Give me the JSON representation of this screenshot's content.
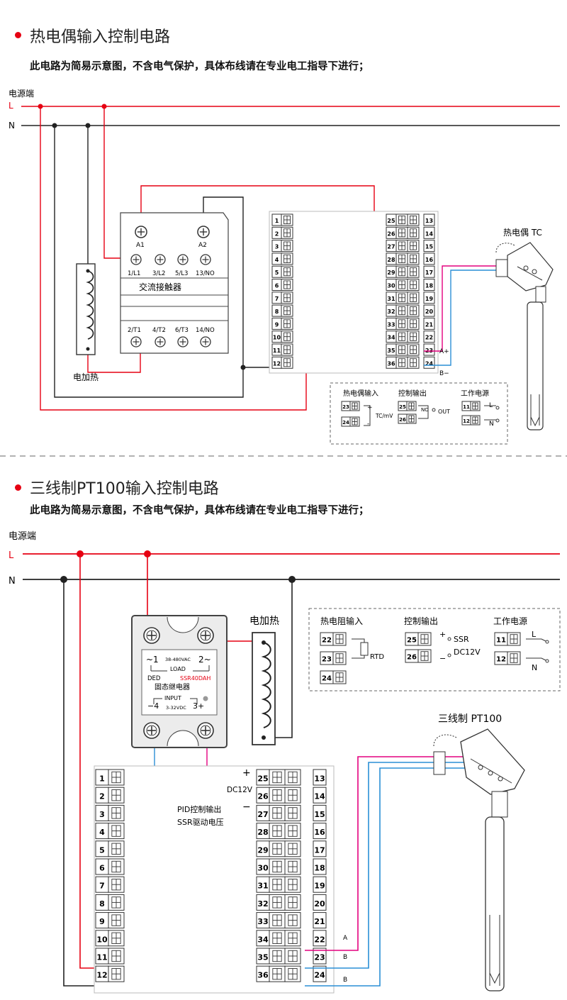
{
  "section1": {
    "title": "热电偶输入控制电路",
    "note": "此电路为简易示意图，不含电气保护，具体布线请在专业电工指导下进行；",
    "power_label": "电源端",
    "line_L": "L",
    "line_N": "N",
    "contactor": {
      "name": "交流接触器",
      "coil": [
        "A1",
        "A2"
      ],
      "top_terms": [
        "1/L1",
        "3/L2",
        "5/L3",
        "13/NO"
      ],
      "bottom_terms": [
        "2/T1",
        "4/T2",
        "6/T3",
        "14/NO"
      ]
    },
    "heater_label": "电加热",
    "sensor_label": "热电偶 TC",
    "A_plus": "A+",
    "B_minus": "B−",
    "legend": {
      "tc_title": "热电偶输入",
      "tc_note": "TC/mV",
      "ctrl_title": "控制输出",
      "ctrl_no": "NO",
      "ctrl_out": "OUT",
      "pwr_title": "工作电源",
      "pwr_L": "L",
      "pwr_N": "N"
    }
  },
  "section2": {
    "title": "三线制PT100输入控制电路",
    "note": "此电路为简易示意图，不含电气保护，具体布线请在专业电工指导下进行；",
    "power_label": "电源端",
    "line_L": "L",
    "line_N": "N",
    "heater_label": "电加热",
    "ssr": {
      "t1": "~1",
      "t2": "2~",
      "voltage": "38-480VAC",
      "load": "LOAD",
      "ded": "DED",
      "model": "SSR40DAH",
      "name": "固态继电器",
      "input": "INPUT",
      "t4": "−4",
      "t3": "3+",
      "dc": "3-32VDC"
    },
    "plus": "+",
    "minus": "−",
    "dc12v": "DC12V",
    "pid_line1": "PID控制输出",
    "pid_line2": "SSR驱动电压",
    "sensor_label": "三线制 PT100",
    "wire_a": "A",
    "wire_b1": "B",
    "wire_b2": "B",
    "legend": {
      "rtd_title": "热电阻输入",
      "rtd": "RTD",
      "ctrl_title": "控制输出",
      "ssr": "SSR",
      "dc12v": "DC12V",
      "pwr_title": "工作电源",
      "pwr_L": "L",
      "pwr_N": "N"
    }
  },
  "terminals": {
    "left": [
      "1",
      "2",
      "3",
      "4",
      "5",
      "6",
      "7",
      "8",
      "9",
      "10",
      "11",
      "12"
    ],
    "mid": [
      "25",
      "26",
      "27",
      "28",
      "29",
      "30",
      "31",
      "32",
      "33",
      "34",
      "35",
      "36"
    ],
    "right": [
      "13",
      "14",
      "15",
      "16",
      "17",
      "18",
      "19",
      "20",
      "21",
      "22",
      "23",
      "24"
    ]
  },
  "colors": {
    "live": "#e60012",
    "neutral": "#222222",
    "magenta": "#e4007f",
    "blue": "#2a8fd6",
    "module_border": "#444444"
  }
}
